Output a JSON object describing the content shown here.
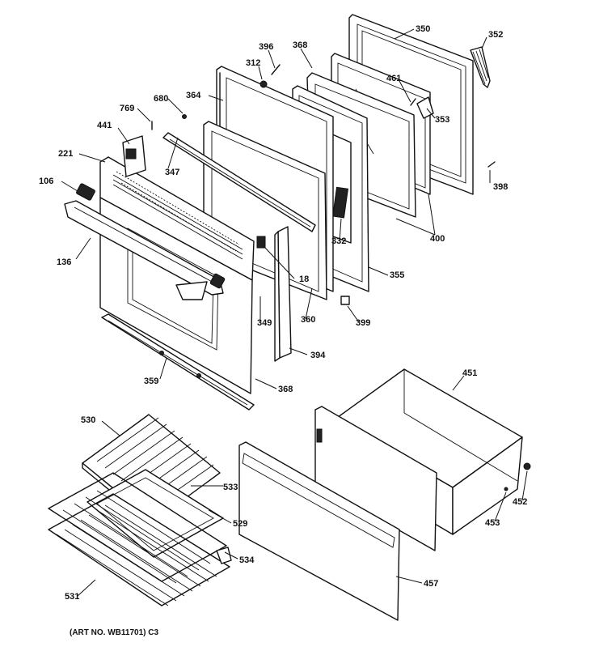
{
  "labels": {
    "l350": "350",
    "l352": "352",
    "l396": "396",
    "l368a": "368",
    "l312": "312",
    "l461": "461",
    "l364": "364",
    "l680": "680",
    "l353": "353",
    "l769": "769",
    "l441": "441",
    "l221": "221",
    "l347": "347",
    "l398": "398",
    "l106": "106",
    "l332": "332",
    "l400": "400",
    "l136": "136",
    "l355": "355",
    "l18": "18",
    "l360": "360",
    "l399": "399",
    "l349": "349",
    "l394": "394",
    "l359": "359",
    "l368b": "368",
    "l451": "451",
    "l530": "530",
    "l533": "533",
    "l452": "452",
    "l529": "529",
    "l453": "453",
    "l534": "534",
    "l457": "457",
    "l531": "531"
  },
  "art_number": "(ART NO. WB11701) C3"
}
